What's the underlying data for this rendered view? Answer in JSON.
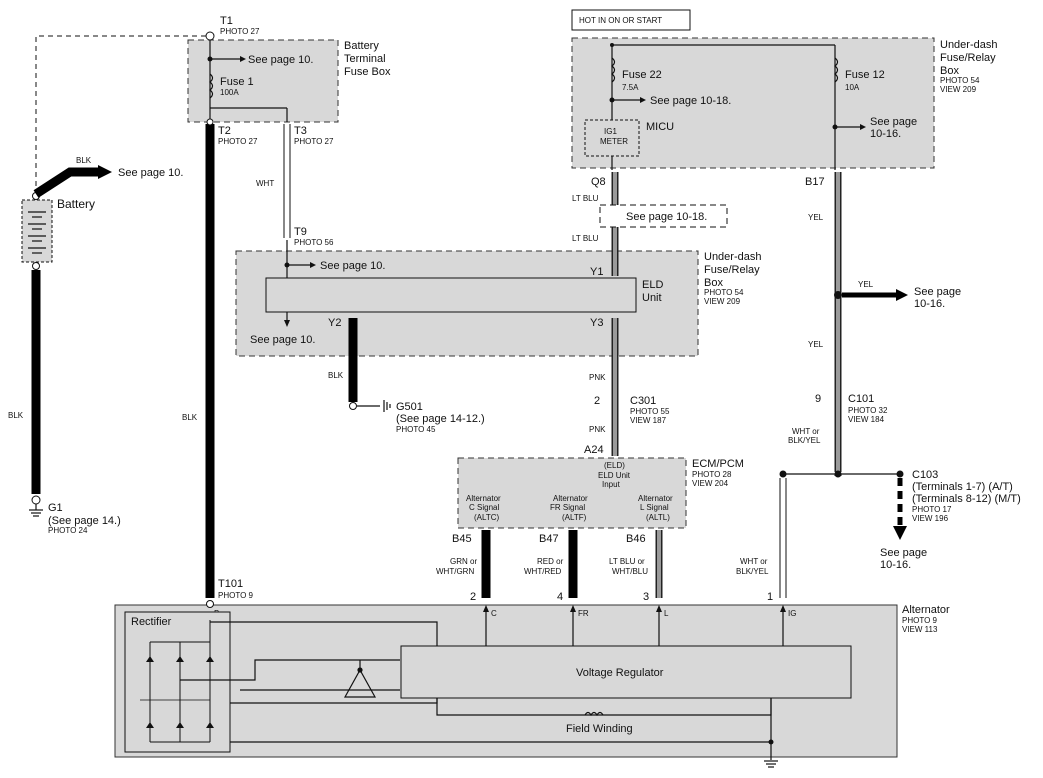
{
  "hot_label": "HOT IN ON OR START",
  "battery_fuse_box": {
    "t1": "T1",
    "t1_photo": "PHOTO 27",
    "title_line1": "Battery",
    "title_line2": "Terminal",
    "title_line3": "Fuse Box",
    "see": "See page 10.",
    "fuse": "Fuse 1",
    "fuse_rating": "100A",
    "t2": "T2",
    "t2_photo": "PHOTO 27",
    "t3": "T3",
    "t3_photo": "PHOTO 27"
  },
  "battery": {
    "label": "Battery",
    "blk": "BLK",
    "see": "See page 10.",
    "wire_blk": "BLK",
    "g1": "G1",
    "g1_see": "(See page 14.)",
    "g1_photo": "PHOTO 24"
  },
  "main_wire_blk": "BLK",
  "wht_wire": "WHT",
  "underdash_top": {
    "title_line1": "Under-dash",
    "title_line2": "Fuse/Relay",
    "title_line3": "Box",
    "photo": "PHOTO 54",
    "view": "VIEW 209",
    "fuse22": "Fuse 22",
    "fuse22_rating": "7.5A",
    "see22": "See page 10-18.",
    "micu": "MICU",
    "ig1": "IG1",
    "meter": "METER",
    "fuse12": "Fuse 12",
    "fuse12_rating": "10A",
    "see12_line1": "See page",
    "see12_line2": "10-16."
  },
  "q8": "Q8",
  "lt_blu_1": "LT BLU",
  "lt_blu_2": "LT BLU",
  "see_1018": "See page 10-18.",
  "b17": "B17",
  "yel_1": "YEL",
  "yel_2": "YEL",
  "yel_3": "YEL",
  "see_1016_mid_line1": "See page",
  "see_1016_mid_line2": "10-16.",
  "underdash_mid": {
    "t9": "T9",
    "t9_photo": "PHOTO 56",
    "see_top": "See page 10.",
    "see_bottom": "See page 10.",
    "y1": "Y1",
    "y2": "Y2",
    "y3": "Y3",
    "eld_line1": "ELD",
    "eld_line2": "Unit",
    "title_line1": "Under-dash",
    "title_line2": "Fuse/Relay",
    "title_line3": "Box",
    "photo": "PHOTO 54",
    "view": "VIEW 209"
  },
  "g501": {
    "blk": "BLK",
    "label": "G501",
    "see": "(See page 14-12.)",
    "photo": "PHOTO 45"
  },
  "c301": {
    "pnk1": "PNK",
    "pnk2": "PNK",
    "pin": "2",
    "label": "C301",
    "photo": "PHOTO 55",
    "view": "VIEW 187"
  },
  "c101": {
    "pin": "9",
    "label": "C101",
    "photo": "PHOTO 32",
    "view": "VIEW 184",
    "wire_line1": "WHT or",
    "wire_line2": "BLK/YEL"
  },
  "c103": {
    "label": "C103",
    "line1": "(Terminals 1-7) (A/T)",
    "line2": "(Terminals 8-12) (M/T)",
    "photo": "PHOTO 17",
    "view": "VIEW 196",
    "see_line1": "See page",
    "see_line2": "10-16."
  },
  "ecm": {
    "a24": "A24",
    "title": "ECM/PCM",
    "photo": "PHOTO 28",
    "view": "VIEW 204",
    "eld_tag": "(ELD)",
    "eld_line1": "ELD Unit",
    "eld_line2": "Input",
    "altc_line1": "Alternator",
    "altc_line2": "C Signal",
    "altc_tag": "(ALTC)",
    "altf_line1": "Alternator",
    "altf_line2": "FR Signal",
    "altf_tag": "(ALTF)",
    "altl_line1": "Alternator",
    "altl_line2": "L Signal",
    "altl_tag": "(ALTL)",
    "b45": "B45",
    "b47": "B47",
    "b46": "B46"
  },
  "alt_wires": {
    "c_line1": "GRN or",
    "c_line2": "WHT/GRN",
    "c_pin": "2",
    "fr_line1": "RED or",
    "fr_line2": "WHT/RED",
    "fr_pin": "4",
    "l_line1": "LT BLU or",
    "l_line2": "WHT/BLU",
    "l_pin": "3",
    "ig_line1": "WHT or",
    "ig_line2": "BLK/YEL",
    "ig_pin": "1"
  },
  "alternator": {
    "t101": "T101",
    "t101_photo": "PHOTO 9",
    "title": "Alternator",
    "photo": "PHOTO 9",
    "view": "VIEW 113",
    "b": "B",
    "c": "C",
    "fr": "FR",
    "l": "L",
    "ig": "IG",
    "rectifier": "Rectifier",
    "regulator": "Voltage Regulator",
    "field": "Field Winding"
  }
}
